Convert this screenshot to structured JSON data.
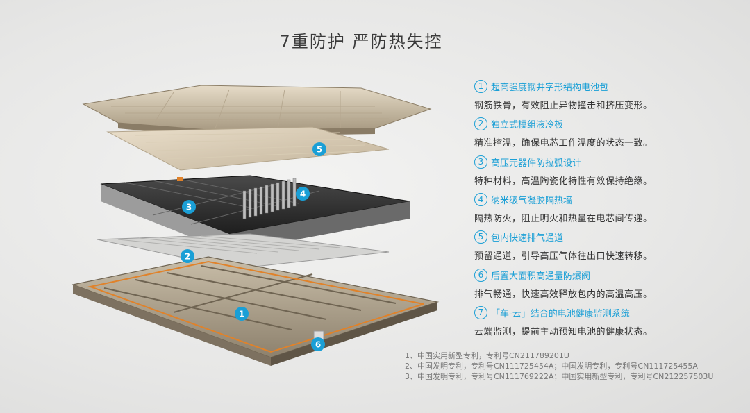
{
  "title": "7重防护 严防热失控",
  "features": [
    {
      "num": "1",
      "title": "超高强度钢井字形结构电池包",
      "desc": "钢筋铁骨，有效阻止异物撞击和挤压变形。"
    },
    {
      "num": "2",
      "title": "独立式模组液冷板",
      "desc": "精准控温，确保电芯工作温度的状态一致。"
    },
    {
      "num": "3",
      "title": "高压元器件防拉弧设计",
      "desc": "特种材料，高温陶瓷化特性有效保持绝缘。"
    },
    {
      "num": "4",
      "title": "纳米级气凝胶隔热墙",
      "desc": "隔热防火，阻止明火和热量在电芯间传递。"
    },
    {
      "num": "5",
      "title": "包内快速排气通道",
      "desc": "预留通道，引导高压气体往出口快速转移。"
    },
    {
      "num": "6",
      "title": "后置大面积高通量防爆阀",
      "desc": "排气畅通，快速高效释放包内的高温高压。"
    },
    {
      "num": "7",
      "title": "「车-云」结合的电池健康监测系统",
      "desc": "云端监测，提前主动预知电池的健康状态。"
    }
  ],
  "notes": [
    "1、中国实用新型专利，专利号CN211789201U",
    "2、中国发明专利，专利号CN111725454A；中国发明专利，专利号CN111725455A",
    "3、中国发明专利，专利号CN111769222A；中国实用新型专利，专利号CN212257503U"
  ],
  "diagram_labels": {
    "l1": "1",
    "l2": "2",
    "l3": "3",
    "l4": "4",
    "l5": "5",
    "l6": "6"
  },
  "colors": {
    "accent": "#1a9fd6",
    "copper": "#e0822a",
    "steel": "#c8bca6"
  }
}
